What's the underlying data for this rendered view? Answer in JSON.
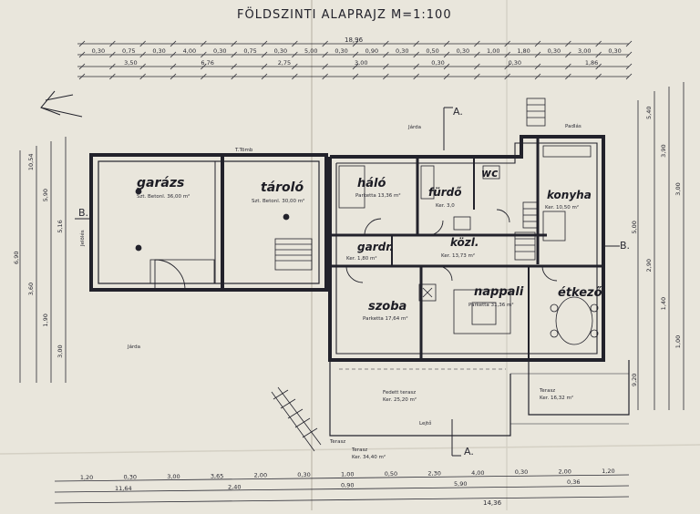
{
  "title": "FÖLDSZINTI  ALAPRAJZ  M=1:100",
  "rooms": [
    {
      "id": "garazs",
      "label": "garázs",
      "area": "Szt. Betonl. 36,00 m²"
    },
    {
      "id": "tarolo",
      "label": "tároló",
      "area": "Szt. Betonl. 30,00 m²"
    },
    {
      "id": "halo",
      "label": "háló",
      "area": "Parketta 13,36 m²"
    },
    {
      "id": "furdo",
      "label": "fürdő",
      "area": "Ker. 3,0"
    },
    {
      "id": "wc",
      "label": "wc",
      "area": ""
    },
    {
      "id": "konyha",
      "label": "konyha",
      "area": "Ker. 10,50 m²"
    },
    {
      "id": "gardr",
      "label": "gardr.",
      "area": "Ker. 1,80 m²"
    },
    {
      "id": "kozl",
      "label": "közl.",
      "area": "Ker. 13,73 m²"
    },
    {
      "id": "szoba",
      "label": "szoba",
      "area": "Parketta 17,64 m²"
    },
    {
      "id": "nappali",
      "label": "nappali",
      "area": "Parketta 31,36 m²"
    },
    {
      "id": "etkezo",
      "label": "étkező",
      "area": ""
    },
    {
      "id": "fedett_terasz",
      "label": "Fedett terasz",
      "area": "Ker. 25,20 m²"
    },
    {
      "id": "terasz",
      "label": "Terasz",
      "area": "Ker. 34,40 m²"
    },
    {
      "id": "teraszo",
      "label": "Terasz",
      "area": "Ker. 16,32 m²"
    }
  ],
  "section_marks": [
    "A.",
    "A.",
    "B.",
    "B."
  ],
  "top_dims_row1": [
    "0,30",
    "0,75",
    "0,30",
    "4,00",
    "0,30",
    "0,75",
    "0,30",
    "5,00",
    "0,30",
    "0,90",
    "0,30",
    "0,50",
    "0,30",
    "1,00",
    "1,80",
    "0,30",
    "3,00",
    "0,30"
  ],
  "top_dims_row2": [
    "3,50",
    "6,76",
    "2,75",
    "3,00",
    "0,30",
    "0,30",
    "1,86"
  ],
  "top_total": "18,96",
  "bottom_dims_row1": [
    "1,20",
    "0,30",
    "3,00",
    "3,65",
    "2,00",
    "0,30",
    "1,00",
    "0,50",
    "2,30",
    "4,00",
    "0,30",
    "2,00",
    "1,20"
  ],
  "bottom_dims_row2": [
    "11,64",
    "2,40",
    "0,90",
    "5,90",
    "0,36"
  ],
  "bottom_total": "14,36",
  "left_dims": [
    "10,54",
    "5,90",
    "5,16",
    "6,90",
    "3,60",
    "1,90",
    "3,00"
  ],
  "right_dims": [
    "5,40",
    "3,90",
    "3,00",
    "5,00",
    "2,90",
    "1,40",
    "1,00",
    "9,20"
  ],
  "notes": [
    "Járda",
    "T.Tömb",
    "Járda",
    "Jelölés",
    "Terasz",
    "Lejtő",
    "Padlás"
  ],
  "colors": {
    "paper": "#e9e6dc",
    "ink": "#22222b",
    "faint": "#6b6b73",
    "fold": "#c8c5ba"
  }
}
